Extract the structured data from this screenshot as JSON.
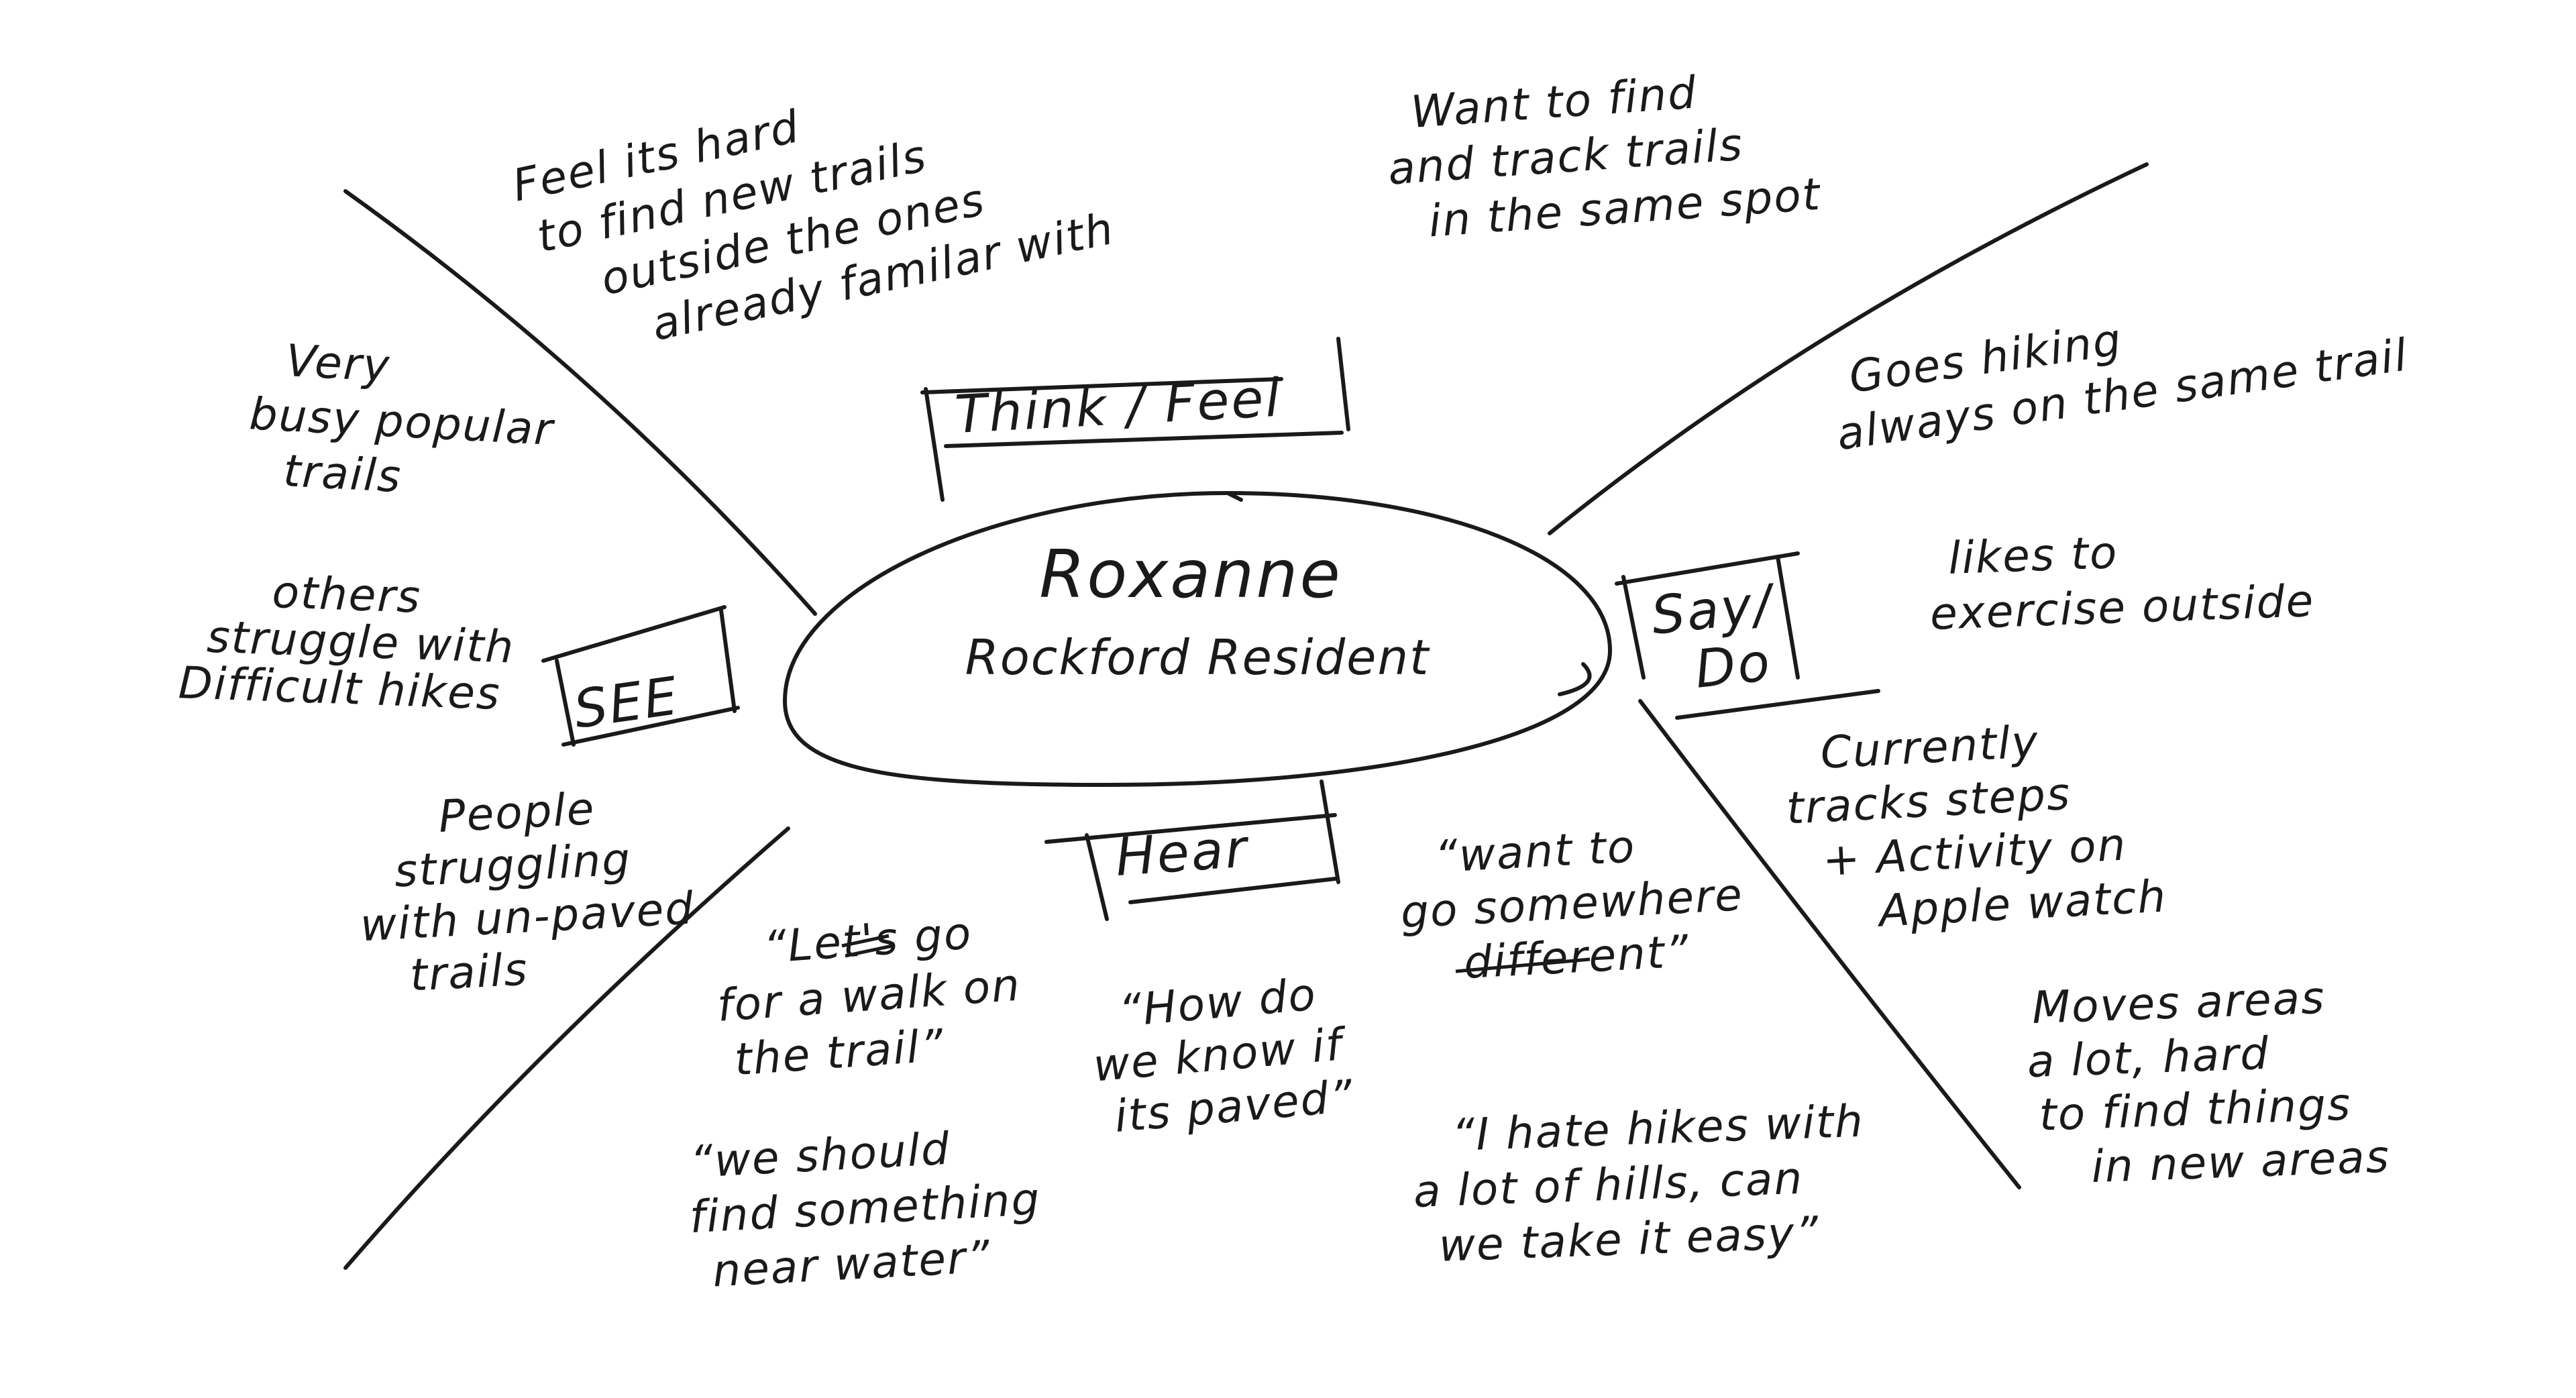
{
  "persona": {
    "name": "Roxanne",
    "subtitle": "Rockford Resident"
  },
  "quadrants": {
    "think_feel": {
      "label": "Think / Feel",
      "notes": [
        [
          "Feel its hard",
          "to find new trails",
          "outside the ones",
          "already familar with"
        ],
        [
          "Want to find",
          "and track trails",
          "in the same spot"
        ]
      ]
    },
    "see": {
      "label": "SEE",
      "notes": [
        [
          "Very",
          "busy popular",
          "trails"
        ],
        [
          "others",
          "struggle with",
          "Difficult hikes"
        ],
        [
          "People",
          "struggling",
          "with un-paved",
          "trails"
        ]
      ]
    },
    "hear": {
      "label": "Hear",
      "notes": [
        [
          "“Let's go",
          "for a walk on",
          "the trail”"
        ],
        [
          "“How do",
          "we know if",
          "its paved”"
        ],
        [
          "“want to",
          "go somewhere",
          "different”"
        ],
        [
          "“we should",
          "find something",
          "near water”"
        ],
        [
          "“I hate hikes with",
          "a lot of hills, can",
          "we take it easy”"
        ]
      ]
    },
    "say_do": {
      "label_line1": "Say/",
      "label_line2": "Do",
      "notes": [
        [
          "Goes hiking",
          "always on the same trail"
        ],
        [
          "likes to",
          "exercise outside"
        ],
        [
          "Currently",
          "tracks steps",
          "+ Activity on",
          "Apple watch"
        ],
        [
          "Moves areas",
          "a lot, hard",
          "to find things",
          "in new areas"
        ]
      ]
    }
  }
}
